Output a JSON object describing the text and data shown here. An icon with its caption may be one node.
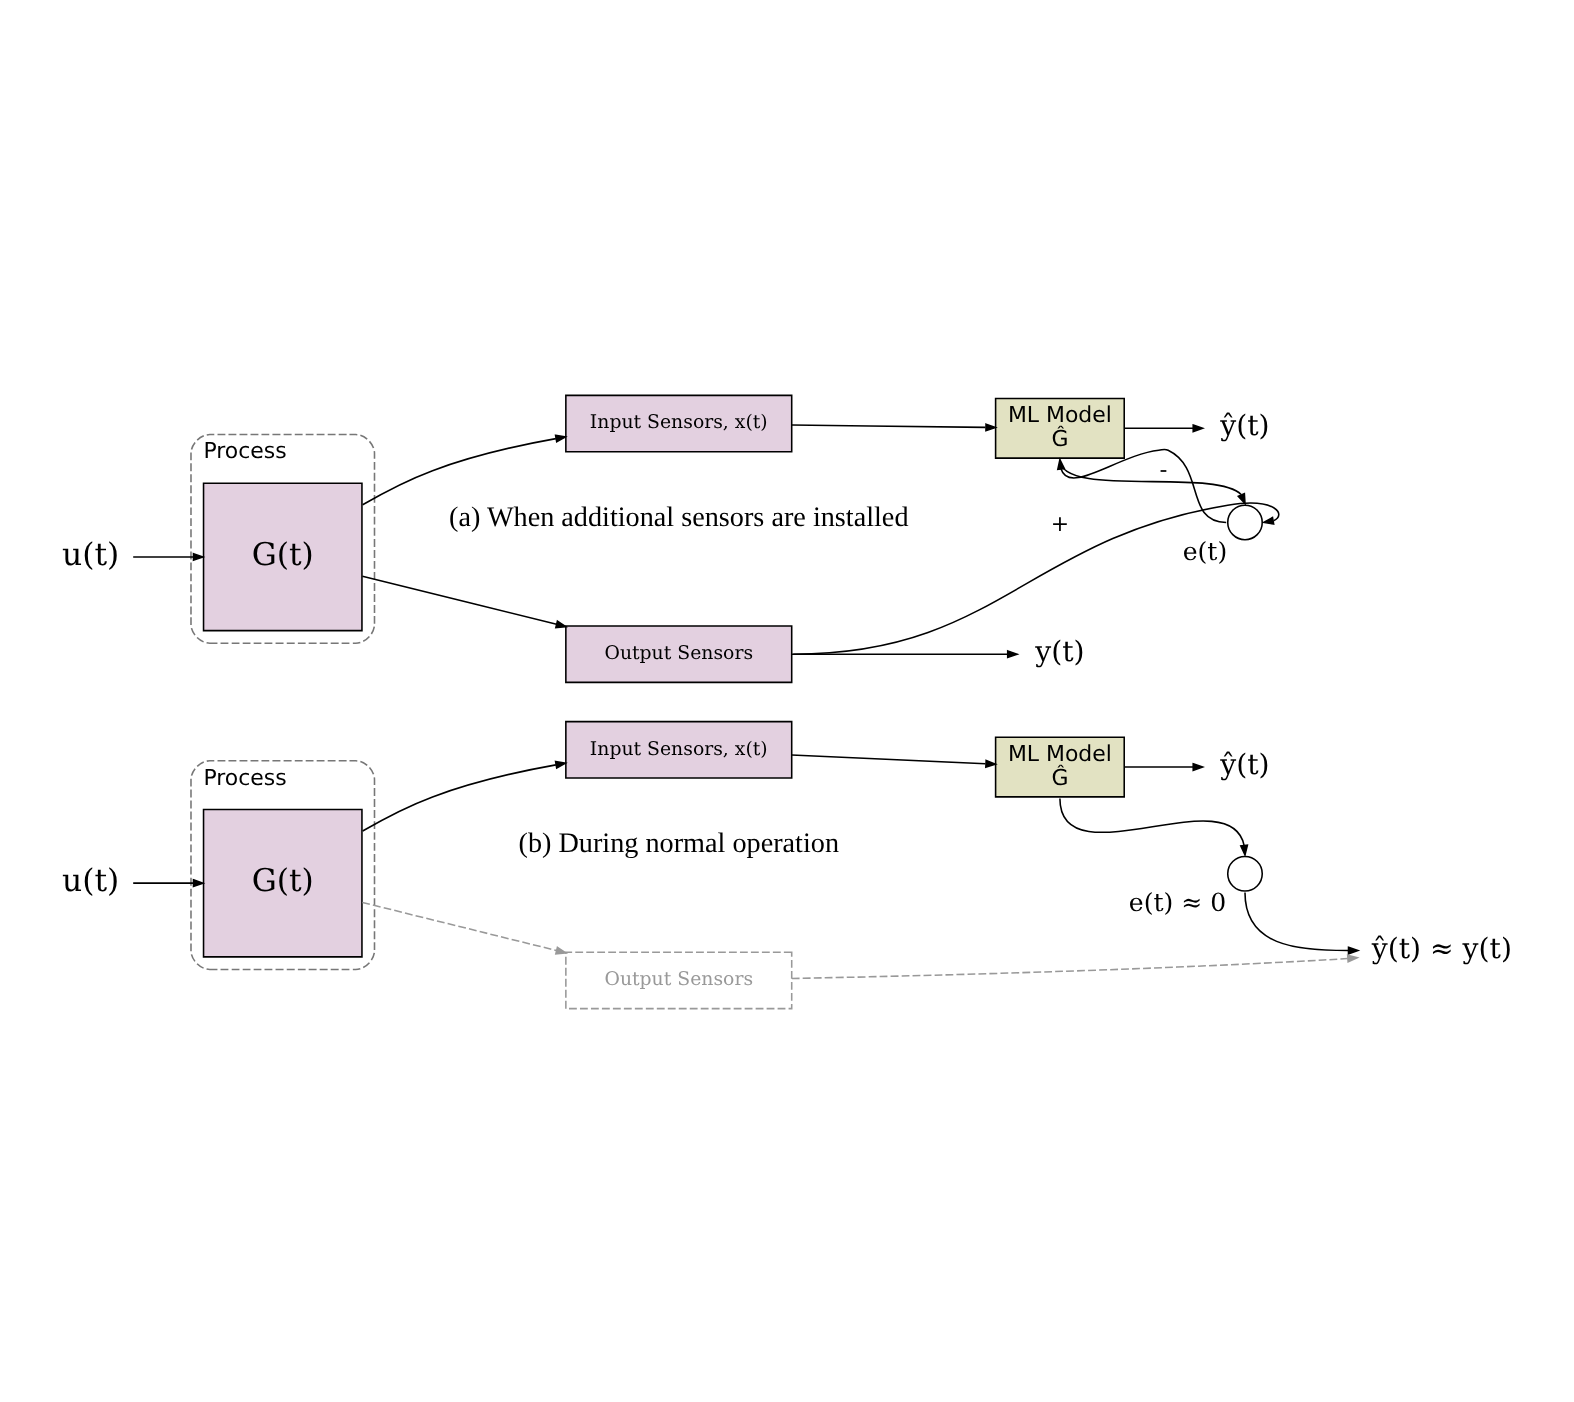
{
  "diagram": {
    "nodes": [
      {
        "text": [
          "Process"
        ]
      },
      {
        "text": [
          "G(t)"
        ],
        "in": 0
      },
      {
        "text": [
          "Input Sensors, x(t)"
        ]
      },
      {
        "text": [
          "Output Sensors"
        ]
      },
      {
        "text": [
          "ML Model",
          "Ĝ"
        ]
      },
      {
        "text": [],
        "shape": "circle",
        "beside": [
          "e(t)"
        ]
      },
      {
        "text": [
          "u(t)"
        ]
      },
      {
        "text": [
          "ŷ(t)"
        ]
      },
      {
        "text": [
          "y(t)"
        ]
      },
      {
        "text": [
          "Process"
        ]
      },
      {
        "text": [
          "G(t)"
        ],
        "in": 9
      },
      {
        "text": [
          "Input Sensors, x(t)"
        ]
      },
      {
        "text": [
          "Output Sensors"
        ]
      },
      {
        "text": [
          "ML Model",
          "Ĝ"
        ]
      },
      {
        "text": [],
        "shape": "circle",
        "beside": [
          "e(t) ≈ 0"
        ]
      },
      {
        "text": [
          "u(t)"
        ]
      },
      {
        "text": [
          "ŷ(t)"
        ]
      },
      {
        "text": [
          "ŷ(t) ≈ y(t)"
        ]
      }
    ],
    "edges": [
      {
        "from": 6,
        "to": 1,
        "arrow": "to"
      },
      {
        "from": 1,
        "to": 2,
        "arrow": "to"
      },
      {
        "from": 1,
        "to": 3,
        "arrow": "to"
      },
      {
        "from": 2,
        "to": 4,
        "arrow": "to"
      },
      {
        "from": 4,
        "to": 7,
        "arrow": "to"
      },
      {
        "from": 4,
        "to": 5,
        "arrow": "to",
        "label": "-"
      },
      {
        "from": 3,
        "to": 5,
        "arrow": "to",
        "label": "+"
      },
      {
        "from": 5,
        "to": 4,
        "arrow": "to"
      },
      {
        "from": 3,
        "to": 8,
        "arrow": "to"
      },
      {
        "from": 15,
        "to": 10,
        "arrow": "to"
      },
      {
        "from": 10,
        "to": 11,
        "arrow": "to"
      },
      {
        "from": 10,
        "to": 12,
        "arrow": "to",
        "style": "dashed",
        "color": "#999999"
      },
      {
        "from": 11,
        "to": 13,
        "arrow": "to"
      },
      {
        "from": 13,
        "to": 16,
        "arrow": "to"
      },
      {
        "from": 13,
        "to": 14,
        "arrow": "to"
      },
      {
        "from": 14,
        "to": 17,
        "arrow": "to"
      },
      {
        "from": 12,
        "to": 17,
        "arrow": "to",
        "style": "dashed",
        "color": "#999999"
      }
    ],
    "labels": [
      "(a) When additional sensors are installed",
      "(b) During normal operation"
    ]
  }
}
